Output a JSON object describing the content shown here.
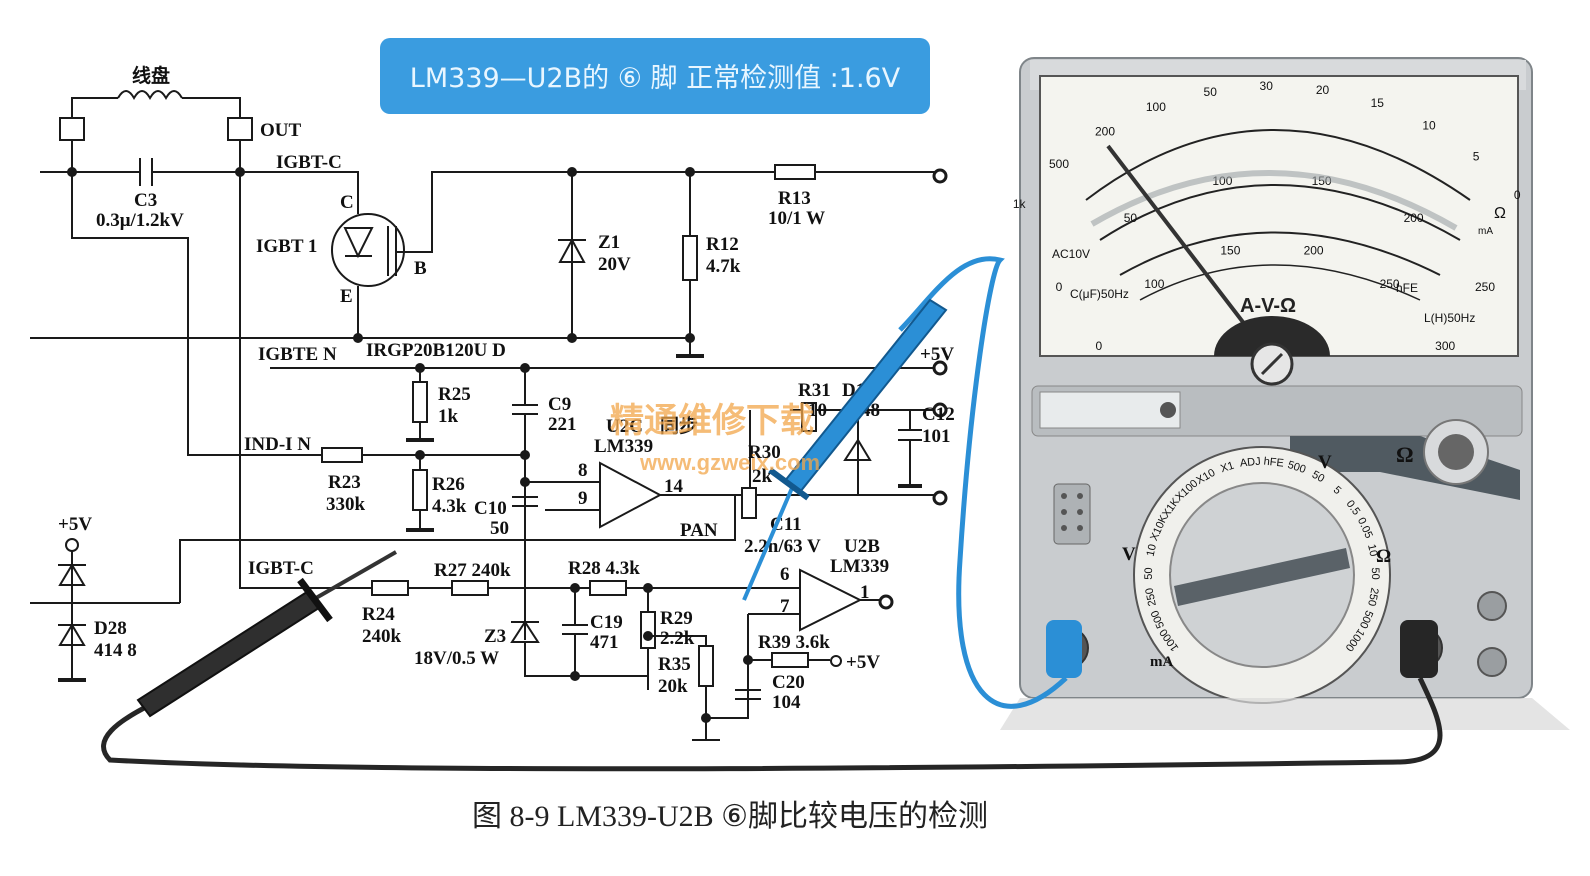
{
  "banner": "LM339—U2B的 ⑥ 脚 正常检测值 :1.6V",
  "caption": "图 8-9    LM339-U2B ⑥脚比较电压的检测",
  "watermark": {
    "main": "精通维修下载",
    "url": "www.gzweix.com"
  },
  "labels": {
    "coil": "线盘",
    "out": "OUT",
    "igbt_c_top": "IGBT-C",
    "c3": "C3",
    "c3_val": "0.3μ/1.2kV",
    "igbt1": "IGBT 1",
    "c": "C",
    "b": "B",
    "e": "E",
    "z1": "Z1",
    "z1_val": "20V",
    "r12": "R12",
    "r12_val": "4.7k",
    "r13": "R13",
    "r13_val": "10/1 W",
    "igbten": "IGBTE N",
    "irgp": "IRGP20B120U  D",
    "plus5v_a": "+5V",
    "r25": "R25",
    "r25_val": "1k",
    "c9": "C9",
    "c9_val": "221",
    "u2c": "U2C",
    "lm339_c": "LM339",
    "sync": "同步",
    "r31": "R31",
    "r31_val": "10",
    "d16": "D16",
    "d16_val": "4148",
    "c12": "C12",
    "c12_val": "101",
    "indin": "IND-I N",
    "r23": "R23",
    "r23_val": "330k",
    "r26": "R26",
    "r26_val": "4.3k",
    "c10": "C10",
    "c10_val": "50",
    "pin8": "8",
    "pin9": "9",
    "pin14": "14",
    "r30": "R30",
    "r30_val": "2k",
    "pan": "PAN",
    "c11": "C11",
    "c11_val": "2.2n/63 V",
    "u2b": "U2B",
    "lm339_b": "LM339",
    "plus5v_left": "+5V",
    "d28": "D28",
    "d28_val": "414 8",
    "igbt_c_mid": "IGBT-C",
    "r27": "R27 240k",
    "r28": "R28 4.3k",
    "pin6": "6",
    "pin7": "7",
    "pin1": "1",
    "r24": "R24",
    "r24_val": "240k",
    "z3": "Z3",
    "z3_val": "18V/0.5 W",
    "c19": "C19",
    "c19_val": "471",
    "r29": "R29",
    "r29_val": "2.2k",
    "r35": "R35",
    "r35_val": "20k",
    "r39": "R39 3.6k",
    "plus5v_b": "+5V",
    "c20": "C20",
    "c20_val": "104"
  },
  "meter": {
    "scale_title": "A-V-Ω",
    "ohm_ticks": [
      "1k",
      "500",
      "200",
      "100",
      "50",
      "30",
      "20",
      "15",
      "10",
      "5",
      "0"
    ],
    "dcv_ticks": [
      "0",
      "50",
      "100",
      "150",
      "200",
      "250"
    ],
    "lower_ticks": [
      "0",
      "100",
      "150",
      "200",
      "250",
      "300"
    ],
    "ac10v": "AC10V",
    "cap_label": "C(μF)50Hz",
    "lh_label": "L(H)50Hz",
    "hfe": "hFE",
    "ohm_symbol": "Ω",
    "ma_unit": "mA",
    "knob_omega": "Ω",
    "range_v": "V",
    "range_v2": "V",
    "range_ohm": "Ω",
    "range_ma": "mA",
    "range_ticks": [
      "1000",
      "500",
      "250",
      "50",
      "10",
      "X10K",
      "X1K",
      "X100",
      "X10",
      "X1",
      "ADJ",
      "hFE",
      "500",
      "50",
      "5",
      "0.5",
      "0.05",
      "10",
      "50",
      "250",
      "500",
      "1000"
    ]
  }
}
